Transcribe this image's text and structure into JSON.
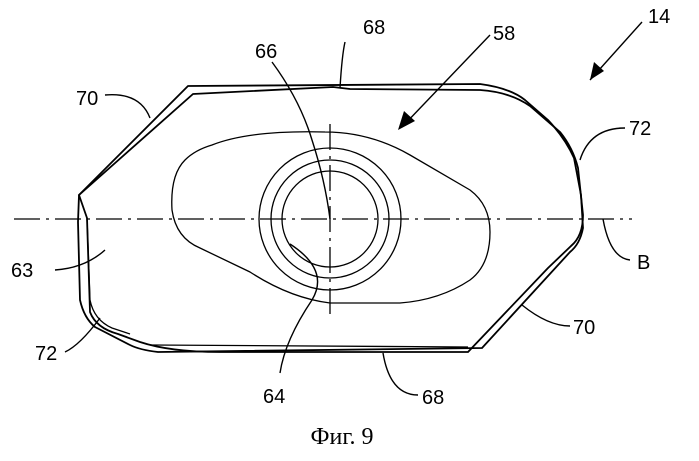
{
  "figure": {
    "caption": "Фиг. 9",
    "labels": {
      "l14": "14",
      "l58": "58",
      "l66": "66",
      "l68_top": "68",
      "l70_top": "70",
      "l72_right": "72",
      "lB": "B",
      "l63": "63",
      "l72_left": "72",
      "l70_bottom": "70",
      "l64": "64",
      "l68_bottom": "68"
    }
  }
}
